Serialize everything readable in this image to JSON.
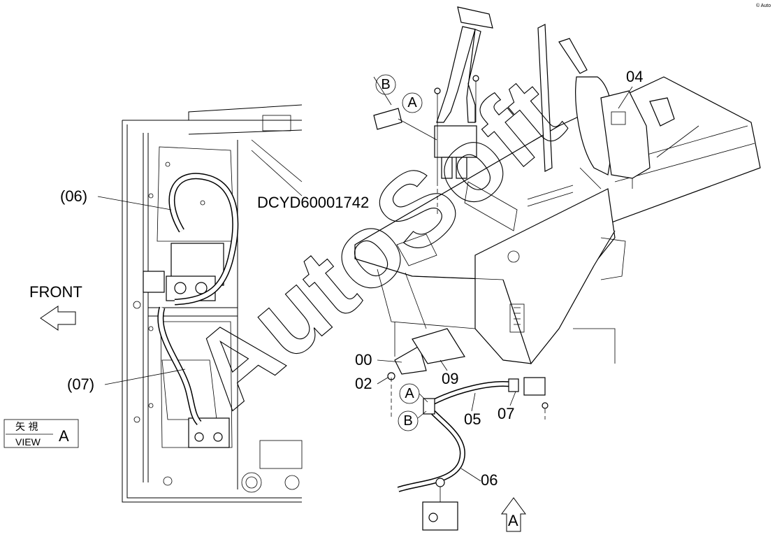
{
  "drawing_id": "DCYD60001742",
  "front_label": "FRONT",
  "view_box": {
    "jp_text": "矢 視",
    "en_text": "VIEW",
    "letter": "A"
  },
  "left_view_callouts": {
    "hose_06": "(06)",
    "hose_07": "(07)"
  },
  "part_numbers": {
    "p04": "04",
    "p00": "00",
    "p02": "02",
    "p09": "09",
    "p05": "05",
    "p07": "07",
    "p06": "06"
  },
  "circled_refs": {
    "b_top": "B",
    "a_top": "A",
    "a_bottom": "A",
    "b_bottom": "B"
  },
  "view_arrow_letter": "A",
  "watermark": "AutoSoft",
  "corner_mark": "© Auto"
}
